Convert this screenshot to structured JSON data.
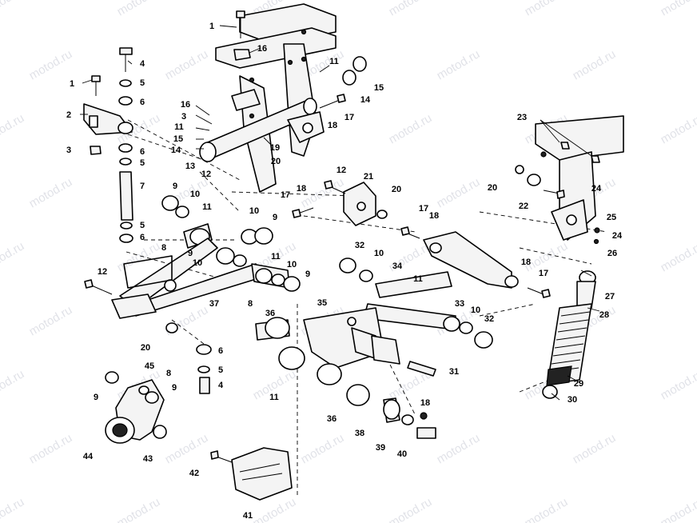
{
  "watermark": {
    "text": "motod.ru",
    "color": "#c9ccd6"
  },
  "callouts": [
    {
      "id": "c1a",
      "text": "1"
    },
    {
      "id": "c16a",
      "text": "16"
    },
    {
      "id": "c11a",
      "text": "11"
    },
    {
      "id": "c15a",
      "text": "15"
    },
    {
      "id": "c14a",
      "text": "14"
    },
    {
      "id": "c17a",
      "text": "17"
    },
    {
      "id": "c18a",
      "text": "18"
    },
    {
      "id": "c4a",
      "text": "4"
    },
    {
      "id": "c1b",
      "text": "1"
    },
    {
      "id": "c5a",
      "text": "5"
    },
    {
      "id": "c6a",
      "text": "6"
    },
    {
      "id": "c2",
      "text": "2"
    },
    {
      "id": "c16b",
      "text": "16"
    },
    {
      "id": "c3a",
      "text": "3"
    },
    {
      "id": "c11b",
      "text": "11"
    },
    {
      "id": "c15b",
      "text": "15"
    },
    {
      "id": "c14b",
      "text": "14"
    },
    {
      "id": "c19",
      "text": "19"
    },
    {
      "id": "c3b",
      "text": "3"
    },
    {
      "id": "c6b",
      "text": "6"
    },
    {
      "id": "c5b",
      "text": "5"
    },
    {
      "id": "c13",
      "text": "13"
    },
    {
      "id": "c12a",
      "text": "12"
    },
    {
      "id": "c20a",
      "text": "20"
    },
    {
      "id": "c7",
      "text": "7"
    },
    {
      "id": "c9a",
      "text": "9"
    },
    {
      "id": "c10a",
      "text": "10"
    },
    {
      "id": "c12b",
      "text": "12"
    },
    {
      "id": "c21",
      "text": "21"
    },
    {
      "id": "c20b",
      "text": "20"
    },
    {
      "id": "c17b",
      "text": "17"
    },
    {
      "id": "c18b",
      "text": "18"
    },
    {
      "id": "c11c",
      "text": "11"
    },
    {
      "id": "c10b",
      "text": "10"
    },
    {
      "id": "c9b",
      "text": "9"
    },
    {
      "id": "c5c",
      "text": "5"
    },
    {
      "id": "c6c",
      "text": "6"
    },
    {
      "id": "c8a",
      "text": "8"
    },
    {
      "id": "c9c",
      "text": "9"
    },
    {
      "id": "c10c",
      "text": "10"
    },
    {
      "id": "c11d",
      "text": "11"
    },
    {
      "id": "c10d",
      "text": "10"
    },
    {
      "id": "c9d",
      "text": "9"
    },
    {
      "id": "c8b",
      "text": "8"
    },
    {
      "id": "c12c",
      "text": "12"
    },
    {
      "id": "c37",
      "text": "37"
    },
    {
      "id": "c20c",
      "text": "20"
    },
    {
      "id": "c6d",
      "text": "6"
    },
    {
      "id": "c5d",
      "text": "5"
    },
    {
      "id": "c4b",
      "text": "4"
    },
    {
      "id": "c45",
      "text": "45"
    },
    {
      "id": "c8c",
      "text": "8"
    },
    {
      "id": "c9e",
      "text": "9"
    },
    {
      "id": "c9f",
      "text": "9"
    },
    {
      "id": "c44",
      "text": "44"
    },
    {
      "id": "c43",
      "text": "43"
    },
    {
      "id": "c42",
      "text": "42"
    },
    {
      "id": "c41",
      "text": "41"
    },
    {
      "id": "c23",
      "text": "23"
    },
    {
      "id": "c20d",
      "text": "20"
    },
    {
      "id": "c24a",
      "text": "24"
    },
    {
      "id": "c22",
      "text": "22"
    },
    {
      "id": "c25",
      "text": "25"
    },
    {
      "id": "c24b",
      "text": "24"
    },
    {
      "id": "c26",
      "text": "26"
    },
    {
      "id": "c17c",
      "text": "17"
    },
    {
      "id": "c18c",
      "text": "18"
    },
    {
      "id": "c32a",
      "text": "32"
    },
    {
      "id": "c10e",
      "text": "10"
    },
    {
      "id": "c34",
      "text": "34"
    },
    {
      "id": "c11e",
      "text": "11"
    },
    {
      "id": "c18d",
      "text": "18"
    },
    {
      "id": "c17d",
      "text": "17"
    },
    {
      "id": "c27",
      "text": "27"
    },
    {
      "id": "c28",
      "text": "28"
    },
    {
      "id": "c36a",
      "text": "36"
    },
    {
      "id": "c35",
      "text": "35"
    },
    {
      "id": "c33",
      "text": "33"
    },
    {
      "id": "c10f",
      "text": "10"
    },
    {
      "id": "c32b",
      "text": "32"
    },
    {
      "id": "c11f",
      "text": "11"
    },
    {
      "id": "c31",
      "text": "31"
    },
    {
      "id": "c29",
      "text": "29"
    },
    {
      "id": "c30",
      "text": "30"
    },
    {
      "id": "c36b",
      "text": "36"
    },
    {
      "id": "c16c",
      "text": "18"
    },
    {
      "id": "c38",
      "text": "38"
    },
    {
      "id": "c39",
      "text": "39"
    },
    {
      "id": "c40",
      "text": "40"
    }
  ]
}
